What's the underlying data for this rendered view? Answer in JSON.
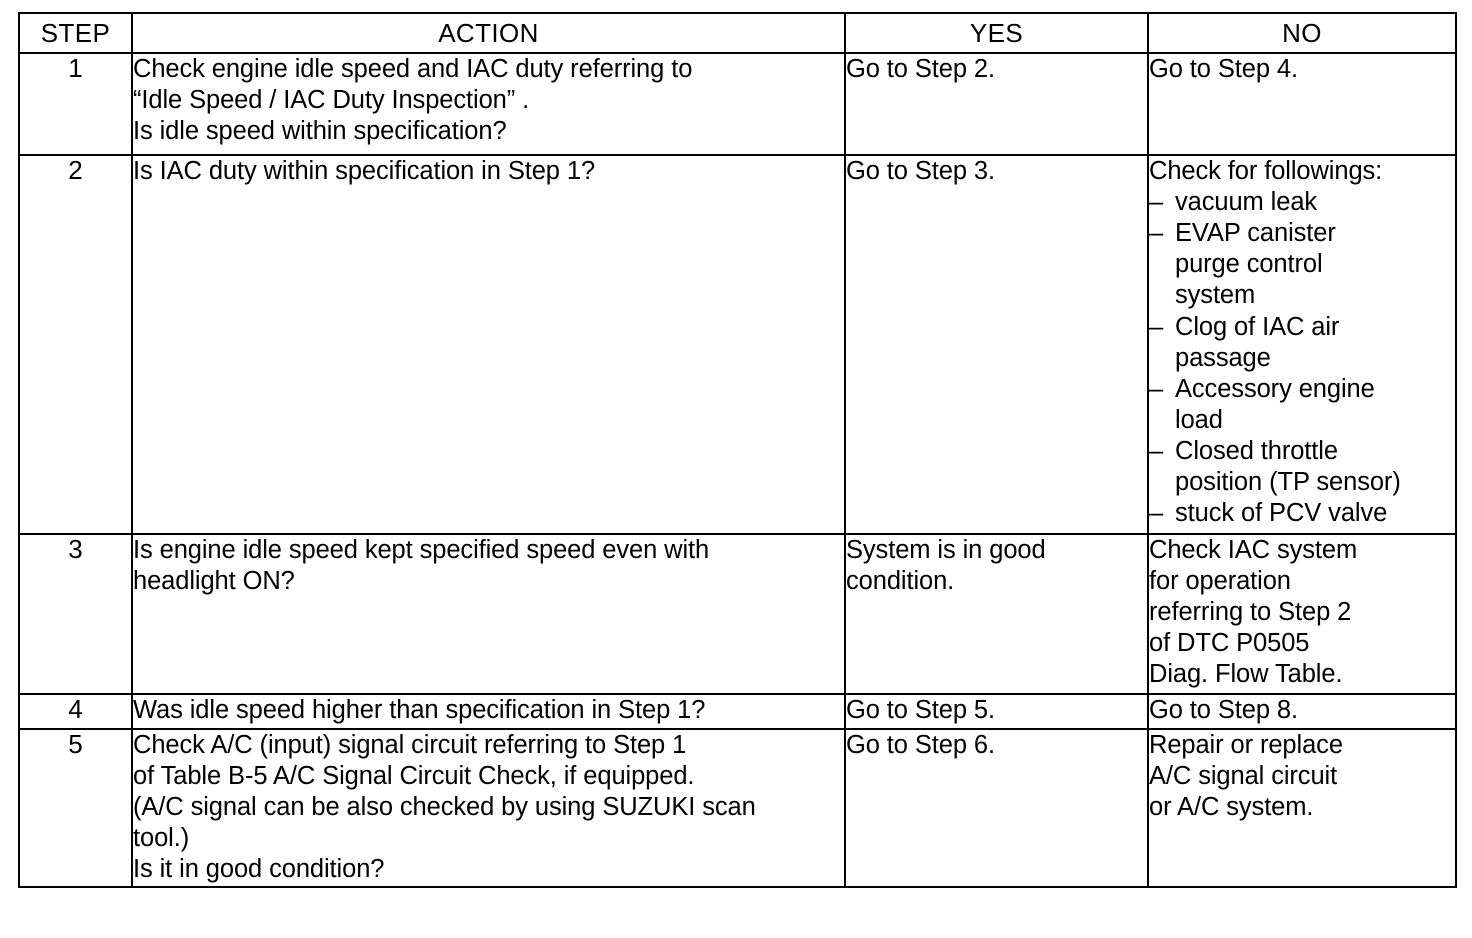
{
  "table": {
    "columns": [
      {
        "key": "step",
        "label": "STEP"
      },
      {
        "key": "action",
        "label": "ACTION"
      },
      {
        "key": "yes",
        "label": "YES"
      },
      {
        "key": "no",
        "label": "NO"
      }
    ],
    "rows": [
      {
        "step": "1",
        "action_lines": [
          "Check engine idle speed and IAC duty referring to",
          "“Idle Speed / IAC Duty Inspection” .",
          "Is idle speed within specification?"
        ],
        "yes_lines": [
          "Go to Step 2."
        ],
        "no_lines": [
          "Go to Step 4."
        ]
      },
      {
        "step": "2",
        "action_lines": [
          "Is IAC duty within specification in Step 1?"
        ],
        "yes_lines": [
          "Go to Step 3."
        ],
        "no_intro": "Check for followings:",
        "no_list": [
          [
            "vacuum leak"
          ],
          [
            "EVAP canister",
            "purge control",
            "system"
          ],
          [
            "Clog of IAC air",
            "passage"
          ],
          [
            "Accessory engine",
            "load"
          ],
          [
            "Closed throttle",
            "position (TP sensor)"
          ],
          [
            "stuck of PCV valve"
          ]
        ],
        "dash": "–"
      },
      {
        "step": "3",
        "action_lines": [
          "Is engine idle speed kept specified speed even with",
          "headlight ON?"
        ],
        "yes_lines": [
          "System is in good",
          "condition."
        ],
        "no_lines": [
          "Check IAC system",
          "for operation",
          "referring to Step 2",
          "of DTC P0505",
          "Diag. Flow Table."
        ]
      },
      {
        "step": "4",
        "action_lines": [
          "Was idle speed higher than specification in Step 1?"
        ],
        "yes_lines": [
          "Go to Step 5."
        ],
        "no_lines": [
          "Go to Step 8."
        ]
      },
      {
        "step": "5",
        "action_lines": [
          "Check A/C (input) signal circuit referring to Step 1",
          "of Table B-5 A/C Signal Circuit Check, if equipped.",
          "(A/C signal can be also checked by using SUZUKI scan",
          "tool.)",
          "Is it in good condition?"
        ],
        "yes_lines": [
          "Go to Step 6."
        ],
        "no_lines": [
          "Repair or replace",
          "A/C signal circuit",
          "or A/C system."
        ]
      }
    ]
  },
  "colors": {
    "ink": "#000000",
    "paper": "#ffffff"
  }
}
